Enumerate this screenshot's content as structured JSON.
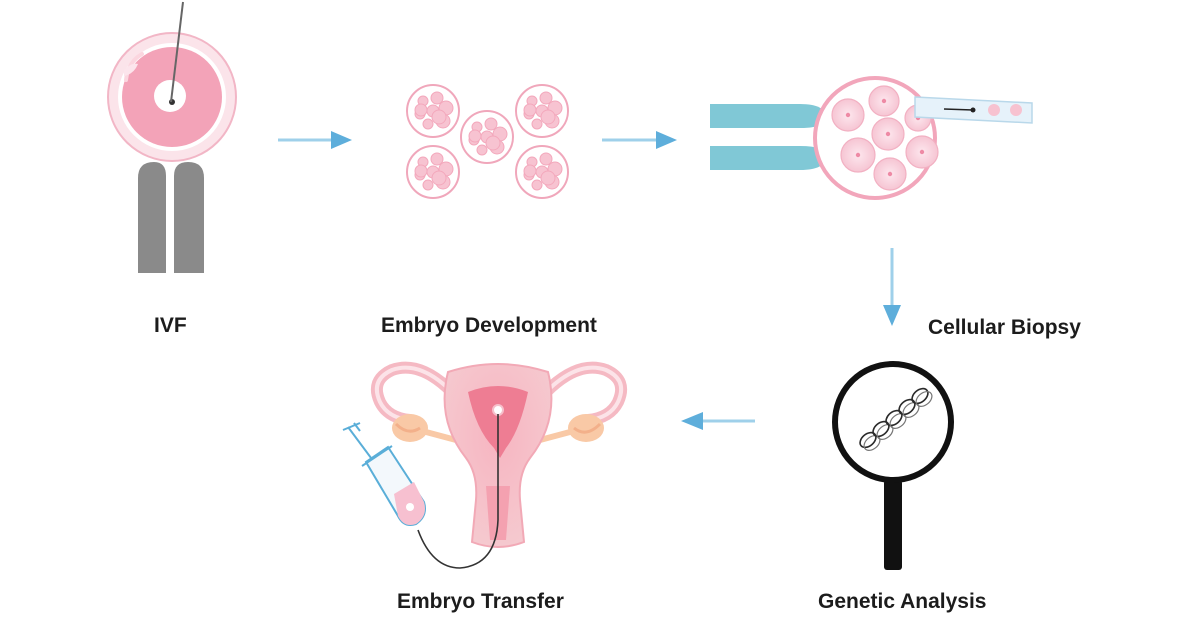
{
  "steps": [
    {
      "id": "ivf",
      "label": "IVF"
    },
    {
      "id": "embryo_development",
      "label": "Embryo Development"
    },
    {
      "id": "cellular_biopsy",
      "label": "Cellular Biopsy"
    },
    {
      "id": "genetic_analysis",
      "label": "Genetic Analysis"
    },
    {
      "id": "embryo_transfer",
      "label": "Embryo Transfer"
    }
  ],
  "flow": [
    "ivf",
    "embryo_development",
    "cellular_biopsy",
    "genetic_analysis",
    "embryo_transfer"
  ],
  "colors": {
    "arrow": "#6fb7e0",
    "pink": "#f2a3b7",
    "pink_light": "#fbdde5",
    "teal": "#7cc9d8",
    "gray": "#8a8a8a",
    "label": "#1c1c1c"
  }
}
